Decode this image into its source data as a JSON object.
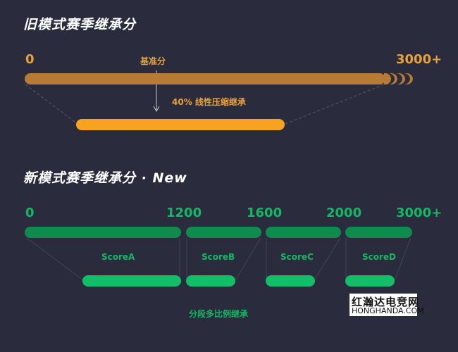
{
  "old_section": {
    "title": "旧模式赛季继承分",
    "start_label": "0",
    "end_label": "3000+",
    "baseline_label": "基准分",
    "inherit_note": "40% 线性压缩继承"
  },
  "new_section": {
    "title": "新模式赛季继承分 · New",
    "tick_labels": [
      "0",
      "1200",
      "1600",
      "2000",
      "3000+"
    ],
    "segments": [
      "ScoreA",
      "ScoreB",
      "ScoreC",
      "ScoreD"
    ],
    "inherit_note": "分段多比例继承"
  },
  "watermark": {
    "text_cn": "红瀚达电竞网",
    "text_en": "HONGHANDA.COM"
  },
  "colors": {
    "background": "#2a2c3d",
    "old_bar": "#b77b35",
    "old_compressed_bar": "#f5a320",
    "new_bar": "#0e8b4d",
    "new_compressed_bar": "#12be68"
  }
}
